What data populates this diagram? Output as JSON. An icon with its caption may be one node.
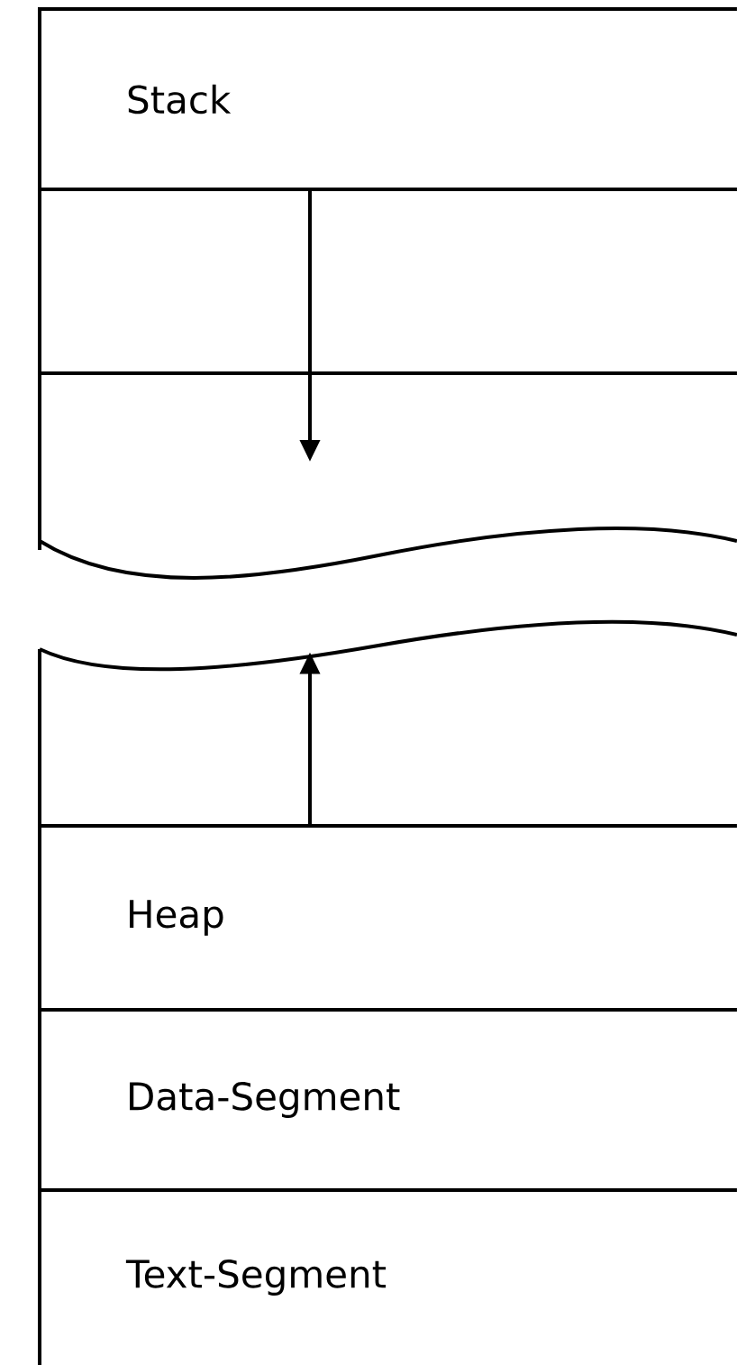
{
  "diagram": {
    "nodes": [
      {
        "text": [
          "Stack"
        ]
      },
      {
        "text": [],
        "shape": "box"
      },
      {
        "text": [],
        "shape": "box"
      },
      {
        "text": [],
        "shape": "box"
      },
      {
        "text": [
          "Heap"
        ]
      },
      {
        "text": [
          "Data-Segment"
        ]
      },
      {
        "text": [
          "Text-Segment"
        ]
      }
    ],
    "edges": [
      {
        "from": 1,
        "to": 2,
        "arrow": "to"
      },
      {
        "from": 4,
        "to": 3,
        "arrow": "to"
      }
    ]
  }
}
